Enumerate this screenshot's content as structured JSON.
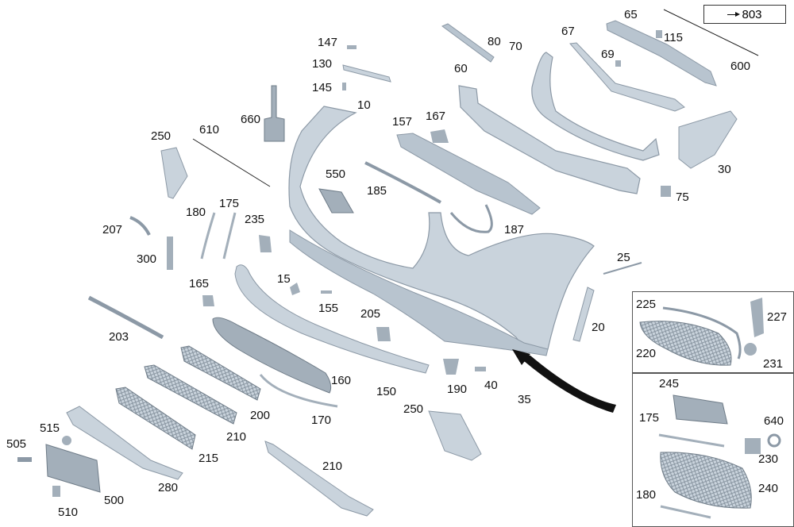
{
  "reference": {
    "label": "803"
  },
  "colors": {
    "part_fill": "#c9d3dc",
    "part_stroke": "#8c99a6",
    "part_dark": "#a3afba",
    "ink": "#111111"
  },
  "callouts": [
    {
      "id": "c147",
      "text": "147"
    },
    {
      "id": "c130",
      "text": "130"
    },
    {
      "id": "c145",
      "text": "145"
    },
    {
      "id": "c10",
      "text": "10"
    },
    {
      "id": "c660",
      "text": "660"
    },
    {
      "id": "c80",
      "text": "80"
    },
    {
      "id": "c70",
      "text": "70"
    },
    {
      "id": "c67",
      "text": "67"
    },
    {
      "id": "c65",
      "text": "65"
    },
    {
      "id": "c115",
      "text": "115"
    },
    {
      "id": "c69",
      "text": "69"
    },
    {
      "id": "c600",
      "text": "600"
    },
    {
      "id": "c60",
      "text": "60"
    },
    {
      "id": "c157",
      "text": "157"
    },
    {
      "id": "c167",
      "text": "167"
    },
    {
      "id": "c250a",
      "text": "250"
    },
    {
      "id": "c610",
      "text": "610"
    },
    {
      "id": "c550",
      "text": "550"
    },
    {
      "id": "c30",
      "text": "30"
    },
    {
      "id": "c185",
      "text": "185"
    },
    {
      "id": "c75",
      "text": "75"
    },
    {
      "id": "c180a",
      "text": "180"
    },
    {
      "id": "c175a",
      "text": "175"
    },
    {
      "id": "c235",
      "text": "235"
    },
    {
      "id": "c207",
      "text": "207"
    },
    {
      "id": "c187",
      "text": "187"
    },
    {
      "id": "c300",
      "text": "300"
    },
    {
      "id": "c25",
      "text": "25"
    },
    {
      "id": "c15",
      "text": "15"
    },
    {
      "id": "c165",
      "text": "165"
    },
    {
      "id": "c155",
      "text": "155"
    },
    {
      "id": "c203",
      "text": "203"
    },
    {
      "id": "c205",
      "text": "205"
    },
    {
      "id": "c20",
      "text": "20"
    },
    {
      "id": "c160",
      "text": "160"
    },
    {
      "id": "c150",
      "text": "150"
    },
    {
      "id": "c190",
      "text": "190"
    },
    {
      "id": "c40",
      "text": "40"
    },
    {
      "id": "c35",
      "text": "35"
    },
    {
      "id": "c200",
      "text": "200"
    },
    {
      "id": "c170",
      "text": "170"
    },
    {
      "id": "c250b",
      "text": "250"
    },
    {
      "id": "c210a",
      "text": "210"
    },
    {
      "id": "c215",
      "text": "215"
    },
    {
      "id": "c505",
      "text": "505"
    },
    {
      "id": "c515",
      "text": "515"
    },
    {
      "id": "c280",
      "text": "280"
    },
    {
      "id": "c500",
      "text": "500"
    },
    {
      "id": "c510",
      "text": "510"
    },
    {
      "id": "c210b",
      "text": "210"
    },
    {
      "id": "c225",
      "text": "225"
    },
    {
      "id": "c227",
      "text": "227"
    },
    {
      "id": "c220",
      "text": "220"
    },
    {
      "id": "c231",
      "text": "231"
    },
    {
      "id": "c245",
      "text": "245"
    },
    {
      "id": "c175b",
      "text": "175"
    },
    {
      "id": "c640",
      "text": "640"
    },
    {
      "id": "c230",
      "text": "230"
    },
    {
      "id": "c240",
      "text": "240"
    },
    {
      "id": "c180b",
      "text": "180"
    }
  ]
}
